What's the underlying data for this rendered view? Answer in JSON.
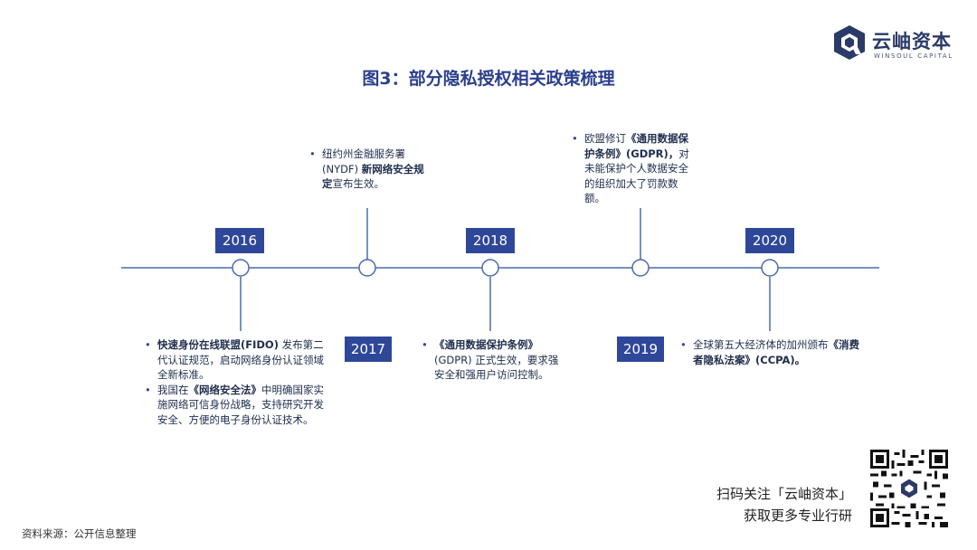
{
  "logo": {
    "name": "云岫资本",
    "subtitle": "WINSOUL CAPITAL"
  },
  "title": "图3：部分隐私授权相关政策梳理",
  "colors": {
    "accent": "#2f4799",
    "line": "#4a6ab0",
    "title": "#2b3f8c"
  },
  "timeline": {
    "years": {
      "y2016": "2016",
      "y2017": "2017",
      "y2018": "2018",
      "y2019": "2019",
      "y2020": "2020"
    },
    "events": {
      "e2016a": {
        "bold": "快速身份在线联盟(FIDO)",
        "rest": " 发布第二代认证规范，启动网络身份认证领域全新标准。"
      },
      "e2016b": {
        "pre": "我国在",
        "bold": "《网络安全法》",
        "rest": "中明确国家实施网络可信身份战略，支持研究开发安全、方便的电子身份认证技术。"
      },
      "e2017": {
        "pre": "纽约州金融服务署(NYDF) ",
        "bold": "新网络安全规定",
        "rest": "宣布生效。"
      },
      "e2018": {
        "bold": "《通用数据保护条例》",
        "rest": "(GDPR) 正式生效，要求强安全和强用户访问控制。"
      },
      "e2019": {
        "pre": "欧盟修订",
        "bold": "《通用数据保护条例》(GDPR)，",
        "rest": "对未能保护个人数据安全的组织加大了罚款数额。"
      },
      "e2020": {
        "pre": "全球第五大经济体的加州颁布",
        "bold": "《消费者隐私法案》(CCPA)。",
        "rest": ""
      }
    }
  },
  "qr_caption": {
    "line1": "扫码关注「云岫资本」",
    "line2": "获取更多专业行研"
  },
  "source": "资料来源：公开信息整理"
}
